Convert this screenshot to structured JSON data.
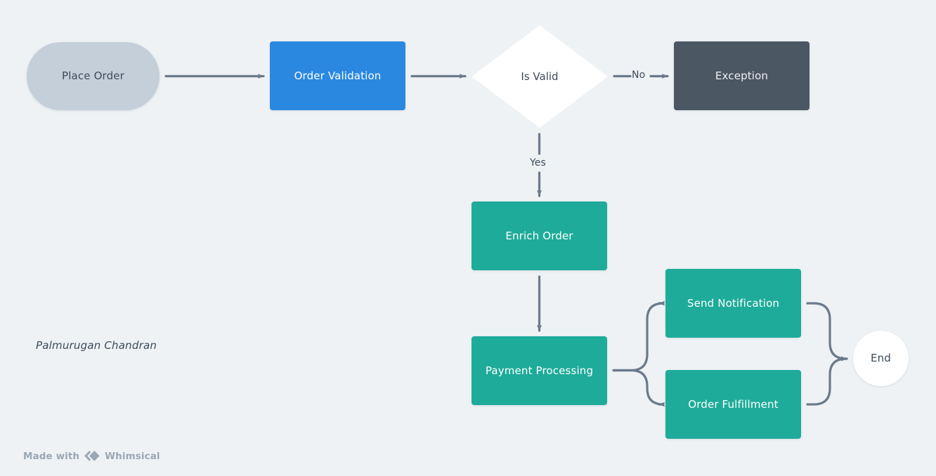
{
  "diagram": {
    "type": "flowchart",
    "background_color": "#eef2f5",
    "edge_color": "#6b7a8a",
    "nodes": [
      {
        "id": "place-order",
        "label": "Place Order",
        "shape": "pill",
        "fill": "#c5cfd9",
        "text_color": "#3d4b5a"
      },
      {
        "id": "order-validation",
        "label": "Order Validation",
        "shape": "rect",
        "fill": "#2a88e0",
        "text_color": "#ffffff"
      },
      {
        "id": "is-valid",
        "label": "Is Valid",
        "shape": "diamond",
        "fill": "#ffffff",
        "text_color": "#3d4b5a"
      },
      {
        "id": "exception",
        "label": "Exception",
        "shape": "rect",
        "fill": "#4b5763",
        "text_color": "#eef2f5"
      },
      {
        "id": "enrich-order",
        "label": "Enrich Order",
        "shape": "rect",
        "fill": "#1eab9a",
        "text_color": "#ffffff"
      },
      {
        "id": "payment-processing",
        "label": "Payment Processing",
        "shape": "rect",
        "fill": "#1eab9a",
        "text_color": "#ffffff"
      },
      {
        "id": "send-notification",
        "label": "Send Notification",
        "shape": "rect",
        "fill": "#1eab9a",
        "text_color": "#ffffff"
      },
      {
        "id": "order-fulfillment",
        "label": "Order Fulfillment",
        "shape": "rect",
        "fill": "#1eab9a",
        "text_color": "#ffffff"
      },
      {
        "id": "end",
        "label": "End",
        "shape": "circle",
        "fill": "#ffffff",
        "text_color": "#3d4b5a"
      }
    ],
    "edges": [
      {
        "from": "place-order",
        "to": "order-validation",
        "label": ""
      },
      {
        "from": "order-validation",
        "to": "is-valid",
        "label": ""
      },
      {
        "from": "is-valid",
        "to": "exception",
        "label": "No"
      },
      {
        "from": "is-valid",
        "to": "enrich-order",
        "label": "Yes"
      },
      {
        "from": "enrich-order",
        "to": "payment-processing",
        "label": ""
      },
      {
        "from": "payment-processing",
        "to": "send-notification",
        "label": ""
      },
      {
        "from": "payment-processing",
        "to": "order-fulfillment",
        "label": ""
      },
      {
        "from": "send-notification",
        "to": "end",
        "label": ""
      },
      {
        "from": "order-fulfillment",
        "to": "end",
        "label": ""
      }
    ],
    "edge_labels": {
      "no": "No",
      "yes": "Yes"
    }
  },
  "attribution": {
    "author": "Palmurugan Chandran"
  },
  "footer": {
    "made_with": "Made with",
    "brand": "Whimsical"
  }
}
